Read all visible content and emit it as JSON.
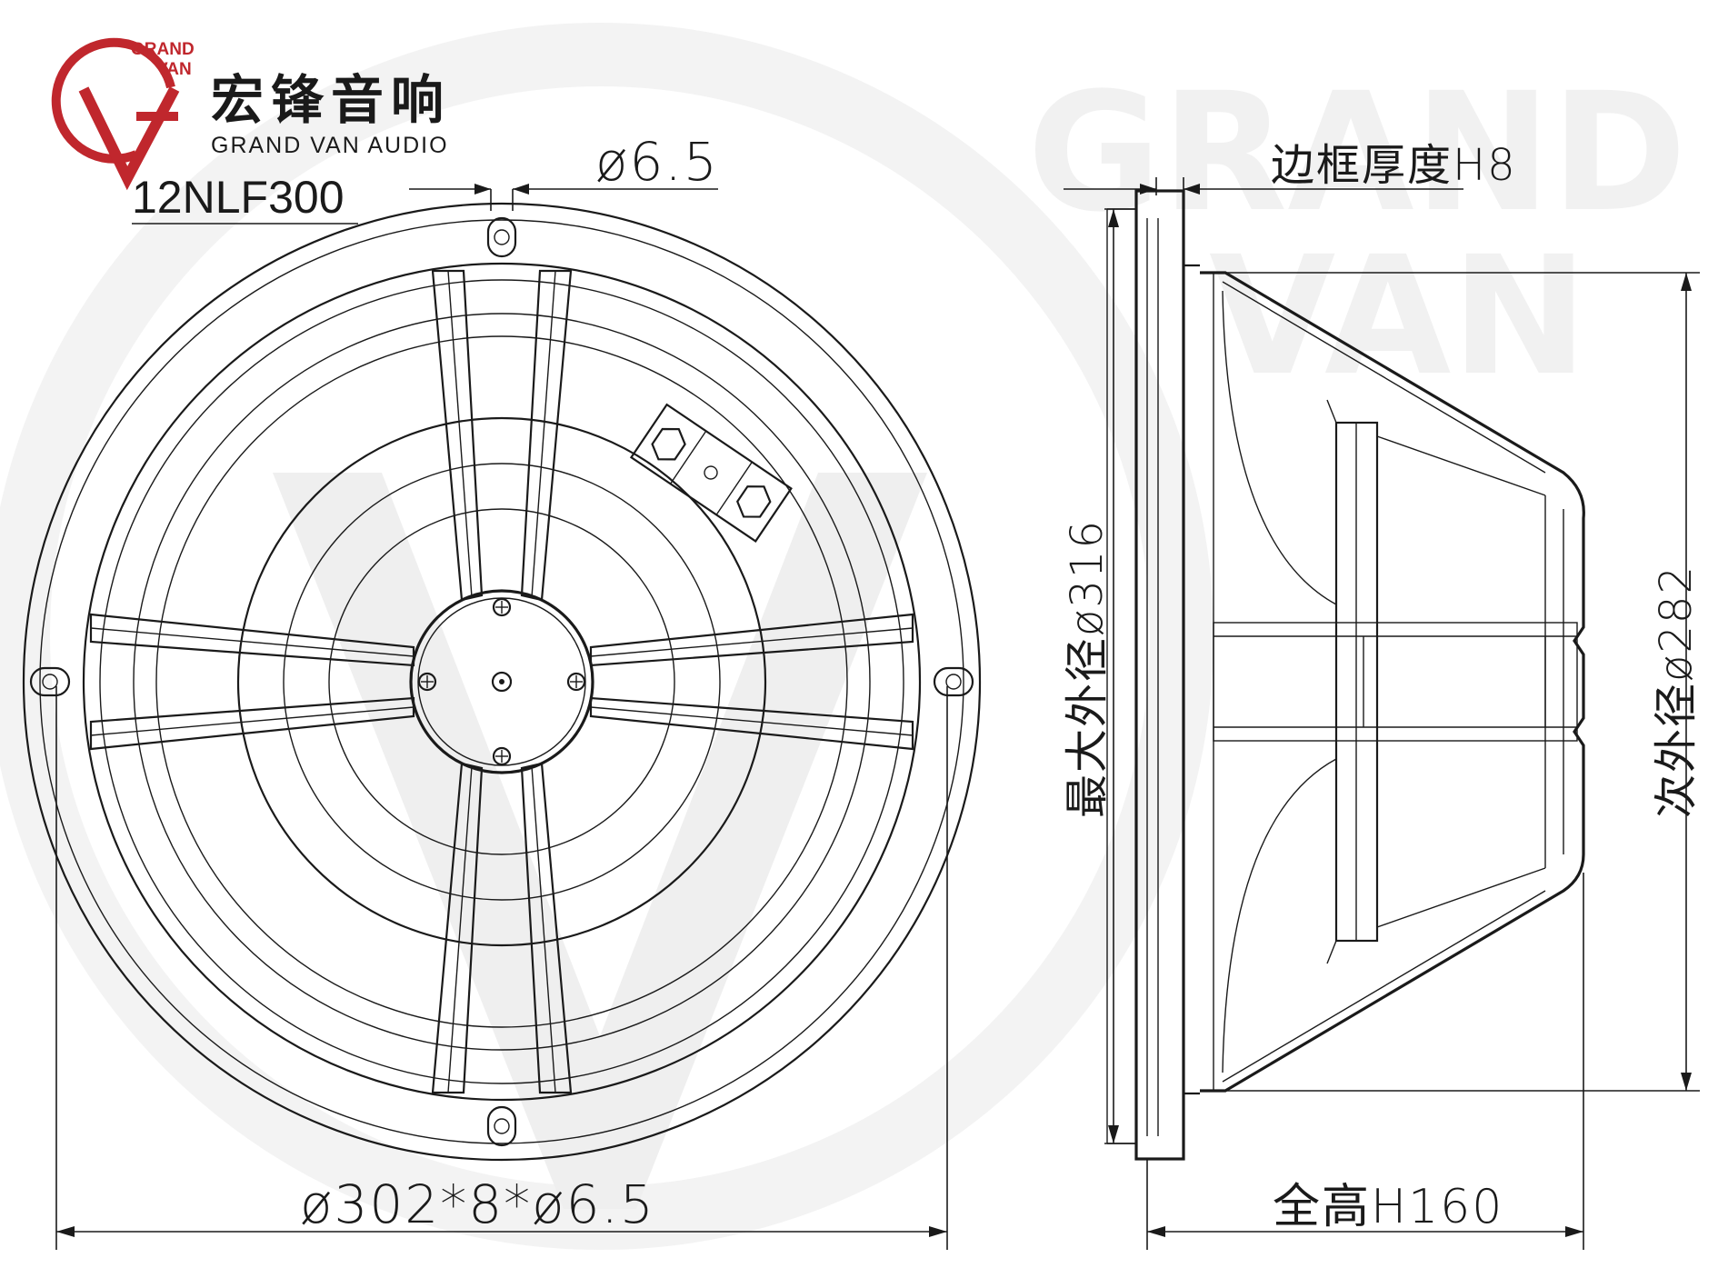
{
  "logo": {
    "mini_line1": "GRAND",
    "mini_line2": "VAN",
    "name_cn": "宏锋音响",
    "name_en": "GRAND VAN AUDIO",
    "accent_color": "#c0272d"
  },
  "model": "12NLF300",
  "watermark": {
    "line1": "GRAND",
    "line2": "VAN"
  },
  "dimensions": {
    "hole_diameter": "ø6.5",
    "frame_thickness": "边框厚度H8",
    "max_outer_diameter": "最大外径ø316",
    "inner_outer_diameter": "次外径ø282",
    "mounting": "ø302*8*ø6.5",
    "total_height": "全高H160"
  },
  "icons": {
    "logo": "grand-van-logo-icon",
    "front_view": "speaker-front-view-icon",
    "side_view": "speaker-side-view-icon"
  }
}
